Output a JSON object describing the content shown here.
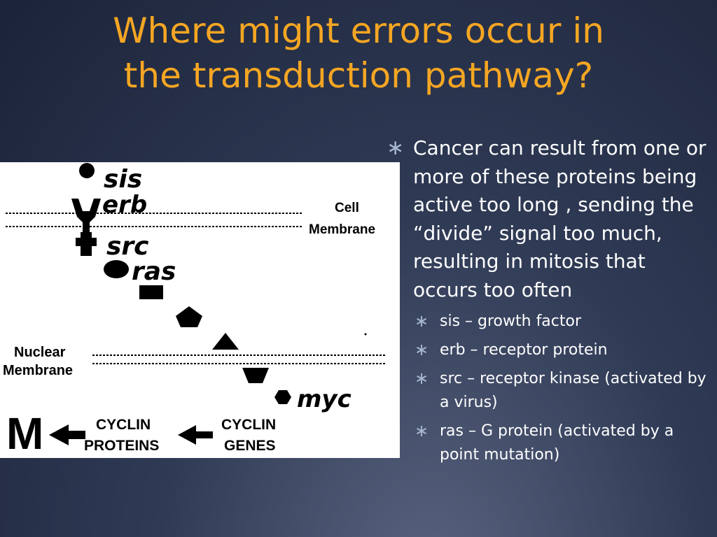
{
  "title": {
    "line1": "Where might errors occur in",
    "line2": "the transduction pathway?"
  },
  "diagram": {
    "labels": {
      "sis": "sis",
      "erb": "erb",
      "src": "src",
      "ras": "ras",
      "myc": "myc",
      "cell_line1": "Cell",
      "cell_line2": "Membrane",
      "nuclear_line1": "Nuclear",
      "nuclear_line2": "Membrane",
      "cyclin_proteins_line1": "CYCLIN",
      "cyclin_proteins_line2": "PROTEINS",
      "cyclin_genes_line1": "CYCLIN",
      "cyclin_genes_line2": "GENES",
      "mitosis": "M"
    }
  },
  "bullets": {
    "main": "Cancer can result from one or more of these proteins being active too long , sending the “divide” signal too much, resulting in mitosis that occurs too often",
    "sub": [
      "sis – growth factor",
      "erb – receptor protein",
      "src – receptor kinase (activated by a virus)",
      "ras – G protein (activated by a point mutation)"
    ]
  },
  "icons": {
    "bullet": "asterisk-bullet-icon"
  },
  "colors": {
    "title": "#f5a623",
    "text": "#ffffff",
    "bullet": "#a7b6cf",
    "background": "#2f3a55"
  }
}
